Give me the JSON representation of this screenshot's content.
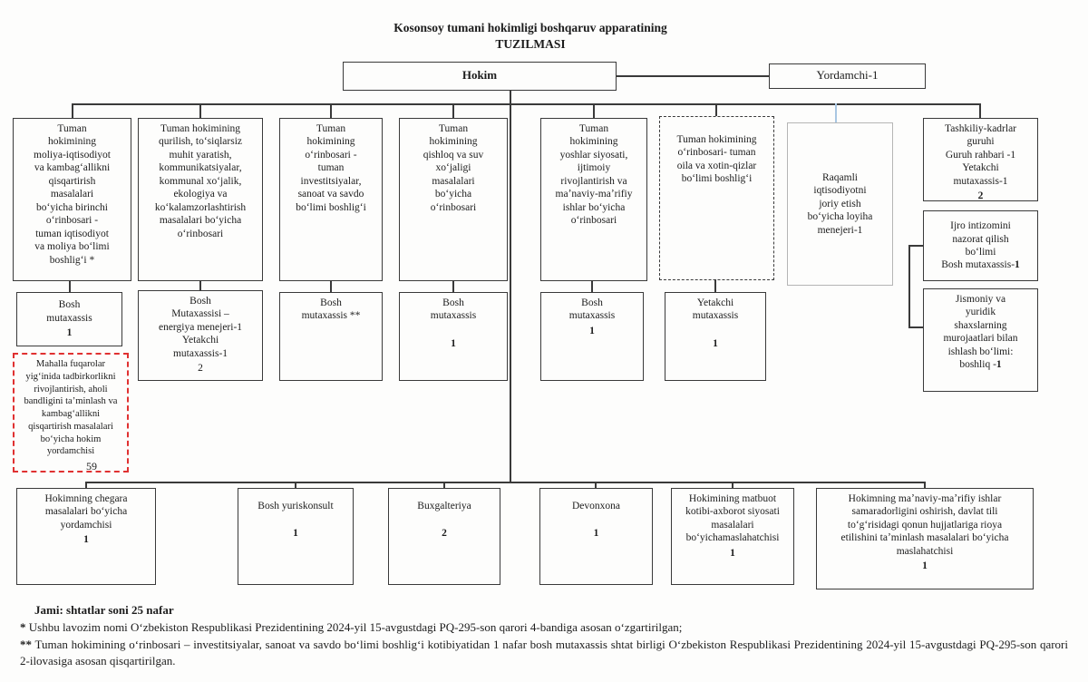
{
  "title": "Kosonsoy tumani hokimligi boshqaruv apparatining\nTUZILMASI",
  "top_boxes": {
    "hokim": "Hokim",
    "yordamchi": "Yordamchi-1"
  },
  "row1": [
    {
      "text": "Tuman\nhokimining\nmoliya-iqtisodiyot\nva kambagʻallikni\nqisqartirish\nmasalalari\nboʻyicha birinchi\noʻrinbosari -\ntuman iqtisodiyot\nva moliya boʻlimi\nboshligʻi *"
    },
    {
      "text": "Tuman hokimining\nqurilish, toʻsiqlarsiz\nmuhit yaratish,\nkommunikatsiyalar,\nkommunal xoʻjalik,\nekologiya va\nkoʻkalamzorlashtirish\nmasalalari boʻyicha\noʻrinbosari"
    },
    {
      "text": "Tuman\nhokimining\noʻrinbosari -\ntuman\ninvestitsiyalar,\nsanoat va savdo\nboʻlimi boshligʻi"
    },
    {
      "text": "Tuman\nhokimining\nqishloq va suv\nxoʻjaligi\nmasalalari\nboʻyicha\noʻrinbosari"
    },
    {
      "text": "Tuman\nhokimining\nyoshlar siyosati,\nijtimoiy\nrivojlantirish va\nmaʼnaviy-maʼrifiy\nishlar boʻyicha\noʻrinbosari"
    },
    {
      "text": "Tuman hokimining\noʻrinbosari- tuman\noila va xotin-qizlar\nboʻlimi boshligʻi"
    },
    {
      "text": "Raqamli\niqtisodiyotni\njoriy etish\nboʻyicha loyiha\nmenejeri-1"
    },
    {
      "text": "Tashkiliy-kadrlar\nguruhi\nGuruh rahbari -1\nYetakchi\nmutaxassis-1",
      "count": "2"
    }
  ],
  "right_boxes": [
    {
      "text": "Ijro intizomini\nnazorat qilish\nboʻlimi\nBosh mutaxassis-",
      "count": "1"
    },
    {
      "text": "Jismoniy va\nyuridik\nshaxslarning\nmurojaatlari bilan\nishlash boʻlimi:\nboshliq -",
      "count": "1"
    }
  ],
  "row2": [
    {
      "text": "Bosh\nmutaxassis",
      "count": "1"
    },
    {
      "text": "Bosh\nMutaxassisi –\nenergiya menejeri-1\nYetakchi\nmutaxassis-1",
      "count": "2"
    },
    {
      "text": "Bosh\nmutaxassis **",
      "count": ""
    },
    {
      "text": "Bosh\nmutaxassis",
      "count": "1"
    },
    {
      "text": "Bosh\nmutaxassis",
      "count": "1"
    },
    {
      "text": "Yetakchi\nmutaxassis",
      "count": "1"
    }
  ],
  "red_box": {
    "text": "Mahalla fuqarolar\nyigʻinida tadbirkorlikni\nrivojlantirish, aholi\nbandligini taʼminlash va\nkambagʻallikni\nqisqartirish masalalari\nboʻyicha hokim\nyordamchisi",
    "count": "59"
  },
  "bottom_row": [
    {
      "text": "Hokimning chegara\nmasalalari boʻyicha\nyordamchisi",
      "count": "1"
    },
    {
      "text": "Bosh yuriskonsult",
      "count": "1"
    },
    {
      "text": "Buxgalteriya",
      "count": "2"
    },
    {
      "text": "Devonxona",
      "count": "1"
    },
    {
      "text": "Hokimining matbuot\nkotibi-axborot siyosati\nmasalalari\nboʻyichamaslahatchisi",
      "count": "1"
    },
    {
      "text": "Hokimning maʼnaviy-maʼrifiy ishlar\nsamaradorligini oshirish, davlat tili\ntoʻgʻrisidagi qonun hujjatlariga rioya\netilishini taʼminlash masalalari boʻyicha\nmaslahatchisi",
      "count": "1"
    }
  ],
  "footer": {
    "total": "Jami: shtatlar soni 25 nafar",
    "note1_marker": "*",
    "note1": " Ushbu lavozim nomi Oʻzbekiston Respublikasi Prezidentining 2024-yil 15-avgustdagi PQ-295-son qarori 4-bandiga asosan oʻzgartirilgan;",
    "note2_marker": "**",
    "note2": " Tuman hokimining oʻrinbosari – investitsiyalar, sanoat va savdo boʻlimi boshligʻi kotibiyatidan 1 nafar bosh mutaxassis shtat birligi Oʻzbekiston Respublikasi Prezidentining 2024-yil 15-avgustdagi PQ-295-son qarori 2-ilovasiga asosan qisqartirilgan."
  },
  "colors": {
    "line": "#3a3a3a",
    "red_dashed_border": "#e03131",
    "blue_connector": "#a9c7e2",
    "gray_border": "#b5b5b5"
  }
}
